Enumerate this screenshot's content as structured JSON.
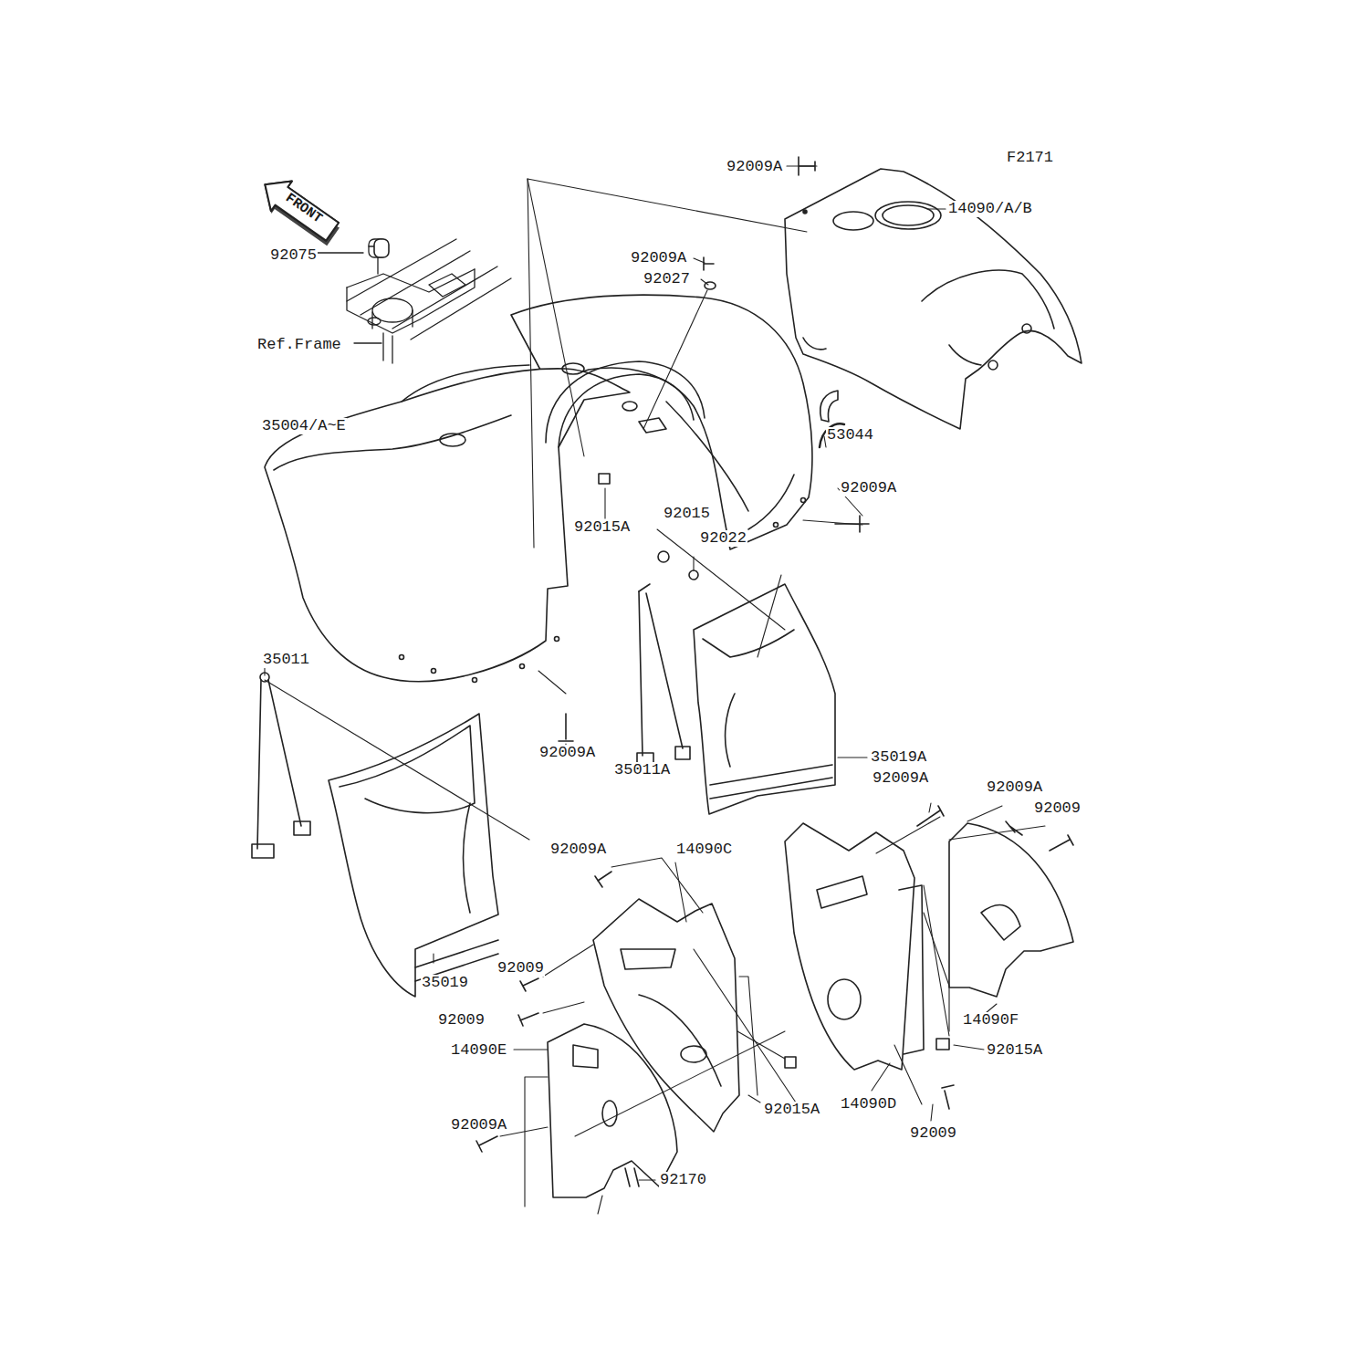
{
  "diagram": {
    "labels": [
      "F2171",
      "FRONT",
      "92009A",
      "14090/A/B",
      "92075",
      "92009A",
      "92027",
      "Ref.Frame",
      "35004/A~E",
      "53044",
      "92009A",
      "92015",
      "92015A",
      "92022",
      "35011",
      "92009A",
      "35011A",
      "35019A",
      "92009A",
      "92009A",
      "92009",
      "92009A",
      "14090C",
      "92009",
      "35019",
      "92009",
      "14090F",
      "14090E",
      "92015A",
      "92015A",
      "14090D",
      "92009",
      "92009A",
      "92170"
    ]
  }
}
